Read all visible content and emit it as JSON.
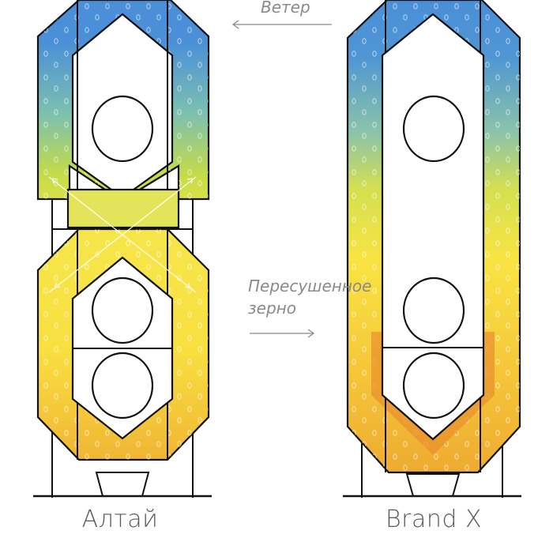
{
  "labels": {
    "wind": "Ветер",
    "dried_grain_line1": "Пересушенное",
    "dried_grain_line2": "зерно",
    "left_dryer": "Алтай",
    "right_dryer": "Brand X"
  },
  "colors": {
    "outline": "#111111",
    "gradient_top": "#4a90d9",
    "gradient_mid": "#c8dc50",
    "gradient_yellow": "#f8e040",
    "gradient_bottom": "#f0b030",
    "overdried_zone": "#e9922e",
    "label_gray": "#8a8a8a"
  }
}
